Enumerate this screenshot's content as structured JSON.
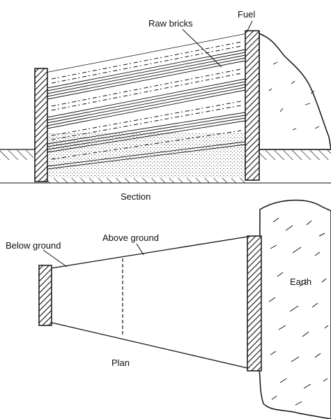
{
  "section": {
    "caption": "Section",
    "labels": {
      "raw_bricks": "Raw bricks",
      "fuel": "Fuel"
    }
  },
  "plan": {
    "caption": "Plan",
    "labels": {
      "below_ground": "Below ground",
      "above_ground": "Above ground",
      "earth": "Earth"
    }
  },
  "colors": {
    "ink": "#111111",
    "paper": "#ffffff"
  }
}
